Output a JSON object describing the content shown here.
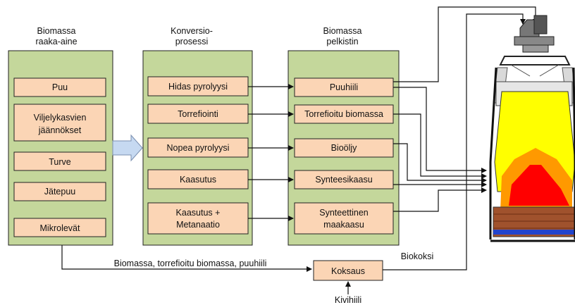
{
  "columns": {
    "raw": {
      "title_line1": "Biomassa",
      "title_line2": "raaka-aine"
    },
    "process": {
      "title_line1": "Konversio-",
      "title_line2": "prosessi"
    },
    "reductant": {
      "title_line1": "Biomassa",
      "title_line2": "pelkistin"
    }
  },
  "raw_items": [
    {
      "lines": [
        "Puu"
      ]
    },
    {
      "lines": [
        "Viljelykasvien",
        "jäännökset"
      ]
    },
    {
      "lines": [
        "Turve"
      ]
    },
    {
      "lines": [
        "Jätepuu"
      ]
    },
    {
      "lines": [
        "Mikrolevät"
      ]
    }
  ],
  "process_items": [
    {
      "lines": [
        "Hidas pyrolyysi"
      ]
    },
    {
      "lines": [
        "Torrefiointi"
      ]
    },
    {
      "lines": [
        "Nopea pyrolyysi"
      ]
    },
    {
      "lines": [
        "Kaasutus"
      ]
    },
    {
      "lines": [
        "Kaasutus +",
        "Metanaatio"
      ]
    }
  ],
  "reductant_items": [
    {
      "lines": [
        "Puuhiili"
      ]
    },
    {
      "lines": [
        "Torrefioitu biomassa"
      ]
    },
    {
      "lines": [
        "Bioöljy"
      ]
    },
    {
      "lines": [
        "Synteesikaasu"
      ]
    },
    {
      "lines": [
        "Synteettinen",
        "maakaasu"
      ]
    }
  ],
  "bottom": {
    "flow_label": "Biomassa, torrefioitu biomassa, puuhiili",
    "coking": "Koksaus",
    "coal": "Kivihiili",
    "biocoke": "Biokoksi"
  },
  "colors": {
    "panel": "#c4d79b",
    "box": "#fbd5b5",
    "big_arrow": "#c6d9f1",
    "furnace_yellow": "#ffff00",
    "furnace_orange": "#ff9900",
    "furnace_red": "#ff0000",
    "furnace_brick": "#a0522d",
    "furnace_blue": "#2244cc"
  }
}
